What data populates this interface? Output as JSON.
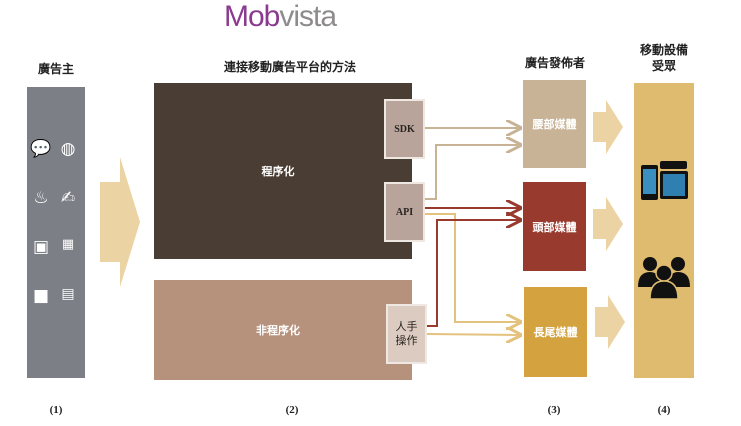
{
  "logo": {
    "part1": "Mob",
    "part2": "vista",
    "color1": "#8b3a8f",
    "color2": "#8d8b8c"
  },
  "columns": {
    "advertisers": "廣告主",
    "methods": "連接移動廣告平台的方法",
    "publishers": "廣告發佈者",
    "audience_line1": "移動設備",
    "audience_line2": "受眾"
  },
  "advertiser_icons": [
    "chat-icon",
    "globe-icon",
    "food-icon",
    "pen-icon",
    "camera-icon",
    "calendar-icon",
    "shopping-bag-icon",
    "newspaper-icon"
  ],
  "methods": {
    "programmatic": "程序化",
    "non_programmatic": "非程序化",
    "sdk": "SDK",
    "api": "API",
    "manual_line1": "人手",
    "manual_line2": "操作"
  },
  "publishers": [
    {
      "label": "腰部媒體",
      "color": "#c8b396"
    },
    {
      "label": "頭部媒體",
      "color": "#983a2e"
    },
    {
      "label": "長尾媒體",
      "color": "#d4a340"
    }
  ],
  "footnotes": [
    "(1)",
    "(2)",
    "(3)",
    "(4)"
  ]
}
